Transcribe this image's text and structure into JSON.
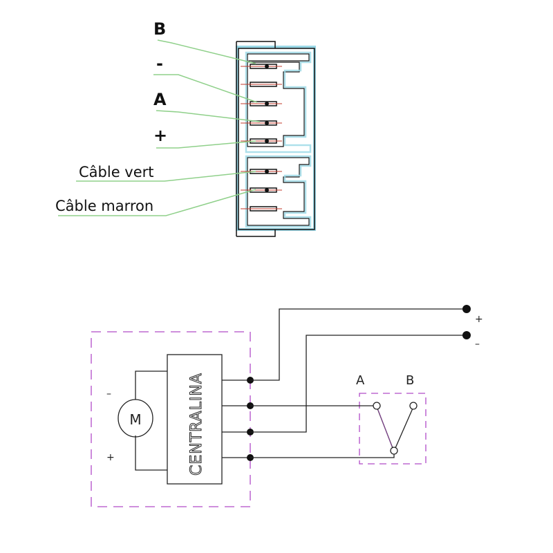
{
  "connector": {
    "pin_labels": {
      "b": "B",
      "minus": "-",
      "a": "A",
      "plus": "+"
    },
    "cable_labels": {
      "green": "Câble vert",
      "brown": "Câble marron"
    }
  },
  "schematic": {
    "supply_plus": "+",
    "supply_minus": "–",
    "motor_letter": "M",
    "motor_minus": "–",
    "motor_plus": "+",
    "control_unit": "CENTRALINA",
    "switch_a": "A",
    "switch_b": "B"
  },
  "colors": {
    "leader_lines": "#8fd08a",
    "connector_outline": "#9ad8e6",
    "pin_marks": "#c0392b",
    "dashed_boxes": "#b04ac8",
    "wiring": "#222222"
  }
}
